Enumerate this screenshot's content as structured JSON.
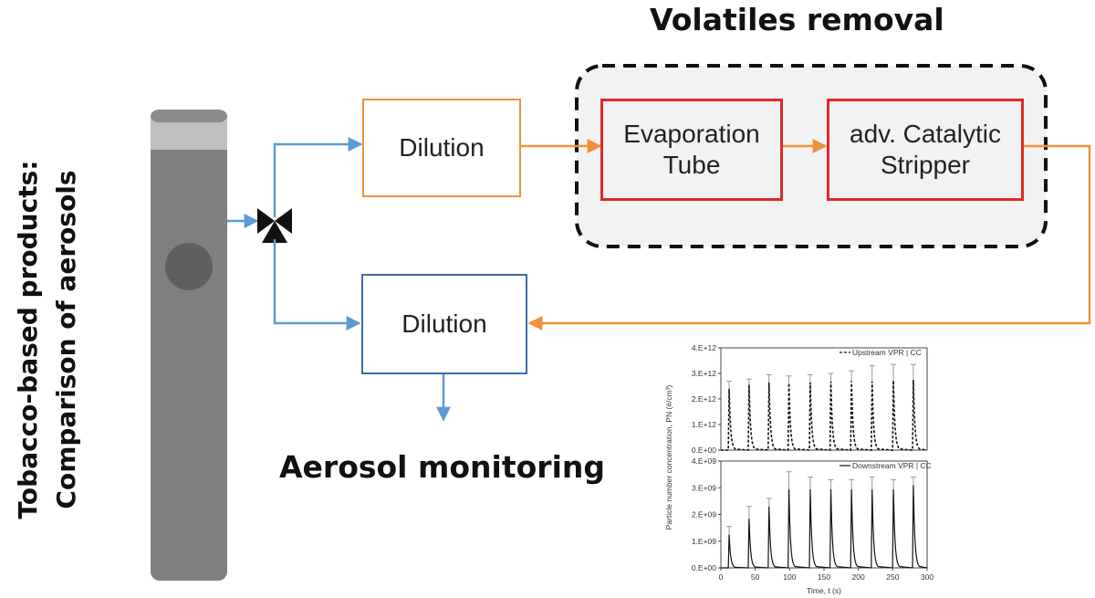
{
  "title": {
    "line1": "Tobacco-based products:",
    "line2": "Comparison of aerosols"
  },
  "volatiles": {
    "label": "Volatiles removal"
  },
  "boxes": {
    "dilution_top": "Dilution",
    "evaporation_line1": "Evaporation",
    "evaporation_line2": "Tube",
    "catalytic_line1": "adv. Catalytic",
    "catalytic_line2": "Stripper",
    "dilution_bottom": "Dilution"
  },
  "monitoring": {
    "label": "Aerosol monitoring"
  },
  "colors": {
    "orange": "#f0913a",
    "blue": "#5b9bd5",
    "dark_blue": "#3f6aa6",
    "red": "#e4262b",
    "stick": "#7f7f7f",
    "stick_tip": "#bfbfbf"
  },
  "chart_data": [
    {
      "type": "line",
      "legend": "Upstream VPR | CC",
      "ylabel": "Particle number concentration, PN (#/cm³)",
      "ylim": [
        0,
        4000000000000.0
      ],
      "yticks": [
        "0.E+00",
        "1.E+12",
        "2.E+12",
        "3.E+12",
        "4.E+12"
      ],
      "xlim": [
        0,
        300
      ],
      "peaks_x": [
        12,
        41,
        70,
        99,
        130,
        160,
        190,
        220,
        251,
        280
      ],
      "peaks_y": [
        2400000000000.0,
        2550000000000.0,
        2650000000000.0,
        2620000000000.0,
        2650000000000.0,
        2680000000000.0,
        2700000000000.0,
        2680000000000.0,
        2720000000000.0,
        2750000000000.0
      ],
      "error_top": [
        2700000000000.0,
        2780000000000.0,
        2950000000000.0,
        2900000000000.0,
        2950000000000.0,
        3000000000000.0,
        3100000000000.0,
        3300000000000.0,
        3350000000000.0,
        3350000000000.0
      ],
      "line_style": "dashed"
    },
    {
      "type": "line",
      "legend": "Downstream VPR | CC",
      "ylim": [
        0,
        4000000000.0
      ],
      "yticks": [
        "0.E+00",
        "1.E+09",
        "2.E+09",
        "3.E+09",
        "4.E+09"
      ],
      "xlim": [
        0,
        300
      ],
      "xticks": [
        "0",
        "50",
        "100",
        "150",
        "200",
        "250",
        "300"
      ],
      "xlabel": "Time, t (s)",
      "peaks_x": [
        12,
        41,
        70,
        99,
        130,
        160,
        190,
        220,
        251,
        280
      ],
      "peaks_y": [
        1250000000.0,
        1850000000.0,
        2300000000.0,
        2950000000.0,
        2950000000.0,
        2950000000.0,
        2950000000.0,
        2950000000.0,
        2950000000.0,
        3100000000.0
      ],
      "error_top": [
        1550000000.0,
        2300000000.0,
        2600000000.0,
        3600000000.0,
        3400000000.0,
        3300000000.0,
        3300000000.0,
        3400000000.0,
        3300000000.0,
        3400000000.0
      ],
      "line_style": "solid"
    }
  ]
}
